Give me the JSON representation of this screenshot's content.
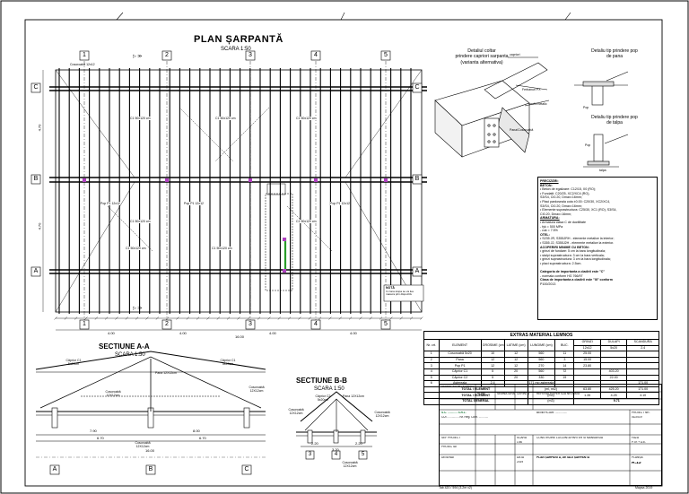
{
  "plan": {
    "title": "PLAN ȘARPANTĂ",
    "scale": "SCARA 1:50",
    "axes_numbers": [
      "1",
      "2",
      "3",
      "4",
      "5"
    ],
    "axes_letters": [
      "A",
      "B",
      "C"
    ],
    "dim_total": "16.00",
    "dim_spans": [
      "4.00",
      "4.00",
      "4.00",
      "4.00"
    ],
    "dim_side": [
      "4.70",
      "4.70"
    ],
    "rafter_label": "C1 50x120 cm",
    "pillar_label": "Pop P1 12x12",
    "note_title": "NOTĂ",
    "note_text": "In zona stupa se va lua masura prin dispozitiv",
    "top_label": "Cosoroabă 12x12"
  },
  "details": {
    "detail1_title_1": "Detaliul coltar",
    "detail1_title_2": "prindere capriori sarpanta",
    "detail1_title_3": "(varianta alternativa)",
    "detail1_callouts": [
      "capriori",
      "Ferbanuri PX",
      "profil metalic",
      "Pana/Cosoroabă"
    ],
    "detail2_title_1": "Detaliu tip prindere pop",
    "detail2_title_2": "de pana",
    "detail3_title_1": "Detaliu tip prindere pop",
    "detail3_title_2": "de talpa",
    "pop_label": "Pop",
    "talpa_label": "talpa"
  },
  "notes": {
    "heading": "PRECIZĂRI:",
    "lines": [
      {
        "text": "BETON:",
        "bold": true,
        "underline": true
      },
      {
        "text": "• Beton de egalizare: C12/15, X0 (RO);",
        "bold": false
      },
      {
        "text": "• Fundatii: C20/25, XC2/XC4 (RO),",
        "bold": false
      },
      {
        "text": "  S3/S4, CI0.20, Dmax=16mm;",
        "bold": false
      },
      {
        "text": "• Placi pardoseala cota ±0.00: C20/30, XC2/XC4,",
        "bold": false
      },
      {
        "text": "  S3/S4, CI0.20, Dmax=16mm;",
        "bold": false
      },
      {
        "text": "• Elemente suprastructura: C25/30, XC1 (RO), S3/S4,",
        "bold": false
      },
      {
        "text": "  CI0.20, Dmax=16mm;",
        "bold": false
      },
      {
        "text": "ARMATURA:",
        "bold": true,
        "underline": true
      },
      {
        "text": "• Armatura clasa C de ductilitate",
        "bold": false
      },
      {
        "text": "  - fyk = 500 MPa",
        "bold": false
      },
      {
        "text": "  - εuk = 7.5%",
        "bold": false
      },
      {
        "text": "OTEL:",
        "bold": true,
        "underline": true
      },
      {
        "text": "• S235 JR, S355JRH - elemente metalice la interior;",
        "bold": false
      },
      {
        "text": "• S355 J2, S355J2H - elemente metalice la exterior.",
        "bold": false
      },
      {
        "text": "ACOPERIRI MINIME CU BETON:",
        "bold": true,
        "underline": true
      },
      {
        "text": "• grinzi de fundare: 5 cm la bara longitudinala;",
        "bold": false
      },
      {
        "text": "• stalpi suprastructura: 3 cm la bara verticala;",
        "bold": false
      },
      {
        "text": "• grinzi suprastructura: 3 cm la bara longitudinala;",
        "bold": false
      },
      {
        "text": "• placi suprastructura: 2.5cm.",
        "bold": false
      },
      {
        "text": "",
        "bold": false
      },
      {
        "text": "Categoria de importanta a cladirii este \"C\"",
        "bold": true
      },
      {
        "text": "  - normala conform HG 766/97",
        "bold": false
      },
      {
        "text": "Clasa de importanta a cladirii este \"III\" conform",
        "bold": true
      },
      {
        "text": "P100/2013",
        "bold": false
      }
    ]
  },
  "materials": {
    "caption": "EXTRAS MATERIAL LEMNOS",
    "headers": [
      "Nr. crt.",
      "ELEMENT",
      "GROSIME (cm)",
      "LATIME (cm)",
      "LUNGIME (cm)",
      "BUC.",
      "GRINZI",
      "DULAPI",
      "SCANDURA"
    ],
    "subheaders": [
      "12x12",
      "5x20",
      "2.4"
    ],
    "rows": [
      [
        "1",
        "Cosoroabă 5x20",
        "10",
        "12",
        "560",
        "11",
        "25.00",
        "",
        ""
      ],
      [
        "2",
        "Pana",
        "12",
        "12",
        "560",
        "3",
        "15.00",
        "",
        ""
      ],
      [
        "3",
        "Pop P1",
        "12",
        "12",
        "270",
        "14",
        "23.80",
        "",
        ""
      ],
      [
        "4",
        "Căprior C1",
        "5",
        "20",
        "560",
        "72",
        "",
        "403.20",
        ""
      ],
      [
        "5",
        "Căprior C2",
        "5",
        "20",
        "330",
        "19",
        "",
        "22.00",
        ""
      ],
      [
        "6",
        "Astereala",
        "2.4",
        "",
        "171 mp astereala sarpanta",
        "",
        "",
        "",
        "171.00"
      ]
    ],
    "total_ml_label": "TOTAL / ELEMENT",
    "total_ml_unit": "(ml, ml2)",
    "total_ml": [
      "63.80",
      "425.20",
      "171.00"
    ],
    "total_m3_label": "TOTAL / ELEMENT",
    "total_m3_unit": "(m3)",
    "total_m3": [
      "1.35",
      "4.25",
      "4.10"
    ],
    "total_general_label": "TOTAL GENERAL",
    "total_general_unit": "(m3)",
    "total_general": "9.71"
  },
  "section_aa": {
    "title": "SECTIUNE A-A",
    "scale": "SCARA 1:50",
    "labels": [
      "Căprior C1 5x20cm",
      "Căprior C1 5x20cm",
      "Pana 12X12cm",
      "Cosoroabă 12X12cm",
      "Cosoroabă 12X12cm",
      "Cosoroabă 12X12cm"
    ],
    "dims": [
      "6.70",
      "6.70",
      "16.00",
      "7.90",
      "8.00"
    ],
    "axes": [
      "A",
      "B",
      "C"
    ]
  },
  "section_bb": {
    "title": "SECTIUNE B-B",
    "scale": "SCARA 1:50",
    "labels": [
      "Căprior C2 5x20cm",
      "Pana 12X12cm",
      "Cosoroabă 12X12cm",
      "Cosoroabă 12X12cm",
      "Cosoroabă 12X12cm"
    ],
    "dims": [
      "2.20",
      "3.20",
      "2.20"
    ],
    "axes": [
      "3",
      "4",
      "5"
    ]
  },
  "titleblock": {
    "verif_label": "VERIFICATOR / EXPERT",
    "nume_label": "NUME",
    "semnatura_label": "SEMNATURA",
    "cerinta_label": "CERINȚA",
    "referat_label": "REFERAT/EXPERTIZA NR./DATA",
    "firm": "S.C. ............ S.R.L.",
    "firm_detail": "CUI ............... Nr. Reg. Com. ............",
    "scara_label": "SCARA",
    "scara_value": "1:50",
    "data_label": "DATA",
    "data_value": "2019",
    "project_label": "PROIECT NR.",
    "project_value": "01/2019",
    "beneficiar": "BENEFICIAR: ...............",
    "object_title": "CONSTRUIRE LOCUINTA PARTER SI MANSARDA",
    "drawing_title": "PLAN ȘARPANTĂ, DETALII ȘARPANTĂ",
    "faza_label": "FAZA",
    "faza_value": "P.Th + D.E.",
    "plansa_label": "PLANȘA",
    "plansa_value": "R.13",
    "roles": [
      "SEF PROIECT",
      "PROIECTAT",
      "DESENAT"
    ],
    "format": "Mapsa 2019",
    "print_scale": "Tab 420 / 594 (3.2m x2)"
  }
}
